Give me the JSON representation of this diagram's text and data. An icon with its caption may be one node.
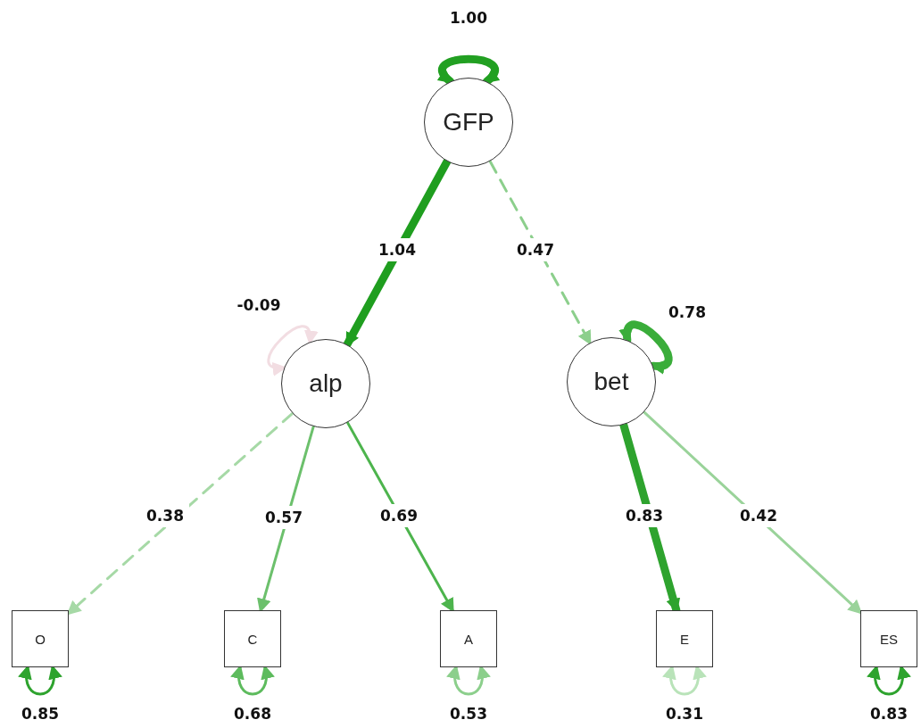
{
  "diagram": {
    "nodes": [
      {
        "text": [
          "GFP"
        ]
      },
      {
        "text": [
          "alp"
        ]
      },
      {
        "text": [
          "bet"
        ]
      },
      {
        "text": [
          "O"
        ]
      },
      {
        "text": [
          "C"
        ]
      },
      {
        "text": [
          "A"
        ]
      },
      {
        "text": [
          "E"
        ]
      },
      {
        "text": [
          "ES"
        ]
      }
    ],
    "edges": [
      {
        "from": 0,
        "to": 0,
        "arrow": "both",
        "label": "1.00",
        "style": "thick",
        "color": "#22a022"
      },
      {
        "from": 0,
        "to": 1,
        "arrow": "to",
        "label": "1.04",
        "style": "thick",
        "color": "#1f9e1f"
      },
      {
        "from": 0,
        "to": 2,
        "arrow": "to",
        "label": "0.47",
        "style": "dashed",
        "color": "#8ccf8c"
      },
      {
        "from": 1,
        "to": 1,
        "arrow": "both",
        "label": "-0.09",
        "color": "#f2dde2"
      },
      {
        "from": 2,
        "to": 2,
        "arrow": "both",
        "label": "0.78",
        "style": "thick",
        "color": "#3aad3a"
      },
      {
        "from": 1,
        "to": 3,
        "arrow": "to",
        "label": "0.38",
        "style": "dashed",
        "color": "#a6d9a6"
      },
      {
        "from": 1,
        "to": 4,
        "arrow": "to",
        "label": "0.57",
        "color": "#6cc06c"
      },
      {
        "from": 1,
        "to": 5,
        "arrow": "to",
        "label": "0.69",
        "color": "#4db44d"
      },
      {
        "from": 2,
        "to": 6,
        "arrow": "to",
        "label": "0.83",
        "style": "thick",
        "color": "#2ea32e"
      },
      {
        "from": 2,
        "to": 7,
        "arrow": "to",
        "label": "0.42",
        "color": "#9ad39a"
      },
      {
        "from": 3,
        "to": 3,
        "arrow": "both",
        "label": "0.85",
        "color": "#2ea32e"
      },
      {
        "from": 4,
        "to": 4,
        "arrow": "both",
        "label": "0.68",
        "color": "#5dbb5d"
      },
      {
        "from": 5,
        "to": 5,
        "arrow": "both",
        "label": "0.53",
        "color": "#8ccf8c"
      },
      {
        "from": 6,
        "to": 6,
        "arrow": "both",
        "label": "0.31",
        "color": "#b9e3b9"
      },
      {
        "from": 7,
        "to": 7,
        "arrow": "both",
        "label": "0.83",
        "color": "#2ea32e"
      }
    ]
  }
}
